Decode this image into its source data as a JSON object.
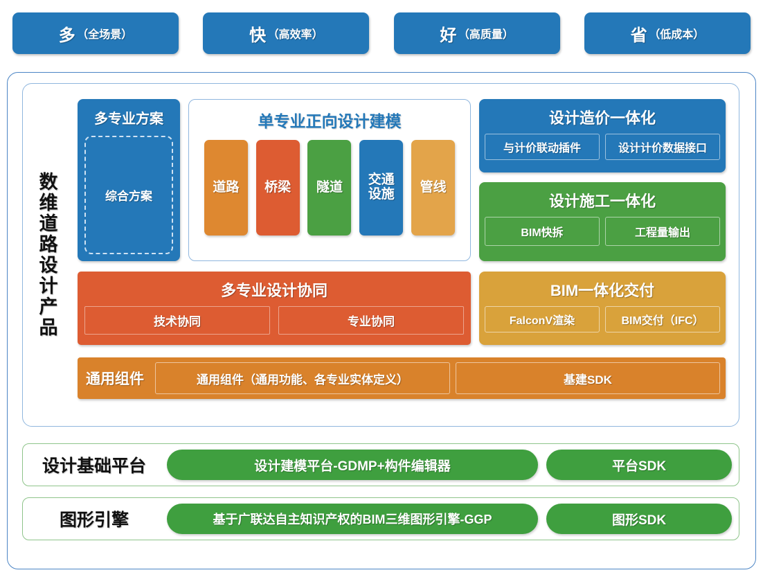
{
  "slogans": [
    {
      "big": "多",
      "small": "（全场景）"
    },
    {
      "big": "快",
      "small": "（高效率）"
    },
    {
      "big": "好",
      "small": "（高质量）"
    },
    {
      "big": "省",
      "small": "（低成本）"
    }
  ],
  "product": {
    "vertical_title": "数维道路设计产品",
    "plan_block": {
      "title": "多专业方案",
      "dashed_label": "综合方案"
    },
    "single_panel": {
      "title": "单专业正向设计建模",
      "disciplines": [
        {
          "label": "道路",
          "color": "#de8830"
        },
        {
          "label": "桥梁",
          "color": "#dd5c32"
        },
        {
          "label": "隧道",
          "color": "#4ba043"
        },
        {
          "label": "交通\n设施",
          "color": "#2478b8"
        },
        {
          "label": "管线",
          "color": "#e3a44a"
        }
      ]
    },
    "integrations": [
      {
        "title": "设计造价一体化",
        "color": "#2478b8",
        "subs": [
          "与计价联动插件",
          "设计计价数据接口"
        ]
      },
      {
        "title": "设计施工一体化",
        "color": "#4ba043",
        "subs": [
          "BIM快拆",
          "工程量输出"
        ]
      },
      {
        "title": "BIM一体化交付",
        "color": "#d9a23b",
        "subs": [
          "FalconV渲染",
          "BIM交付（IFC）"
        ]
      }
    ],
    "collaboration": {
      "title": "多专业设计协同",
      "color": "#dd5c32",
      "subs": [
        "技术协同",
        "专业协同"
      ]
    },
    "common_components": {
      "label": "通用组件",
      "color": "#d9822b",
      "boxes": [
        "通用组件（通用功能、各专业实体定义）",
        "基建SDK"
      ]
    }
  },
  "platforms": [
    {
      "label": "设计基础平台",
      "main": "设计建模平台-GDMP+构件编辑器",
      "sdk": "平台SDK"
    },
    {
      "label": "图形引擎",
      "main": "基于广联达自主知识产权的BIM三维图形引擎-GGP",
      "sdk": "图形SDK"
    }
  ]
}
